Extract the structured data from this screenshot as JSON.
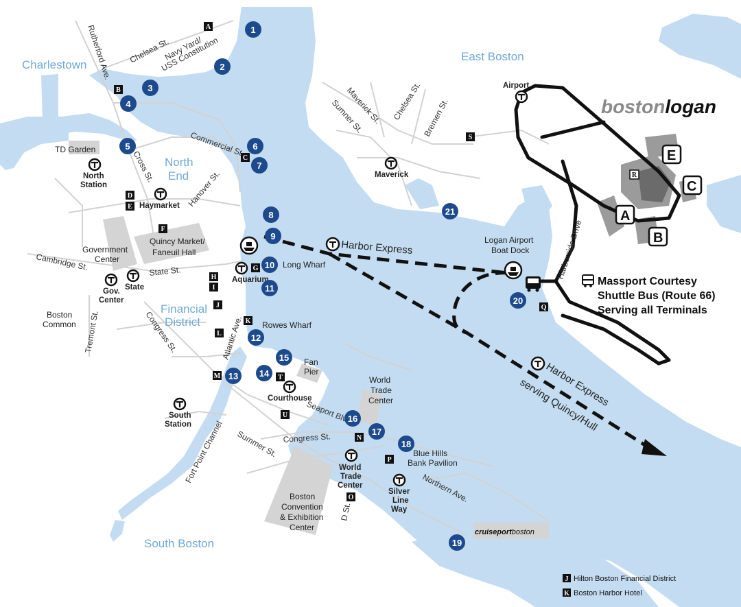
{
  "regions": {
    "charlestown": "Charlestown",
    "east_boston": "East Boston",
    "north_end_1": "North",
    "north_end_2": "End",
    "financial_1": "Financial",
    "financial_2": "District",
    "south_boston": "South Boston"
  },
  "streets": {
    "rutherford": "Rutherford Ave.",
    "chelsea_w": "Chelsea St.",
    "navy_yard_1": "Navy Yard/",
    "navy_yard_2": "USS Constitution",
    "commercial": "Commercial St.",
    "cross": "Cross St.",
    "hanover": "Hanover St.",
    "cambridge": "Cambridge St.",
    "state": "State St.",
    "congress_w": "Congress St.",
    "tremont": "Tremont St.",
    "atlantic": "Atlantic Ave.",
    "seaport": "Seaport Blvd.",
    "congress_e": "Congress St.",
    "summer": "Summer St.",
    "fort_point": "Fort Point Channel",
    "d_st": "D St.",
    "northern": "Northern Ave.",
    "maverick_st": "Maverick St.",
    "sumner": "Sumner St.",
    "chelsea_e": "Chelsea St.",
    "bremen": "Bremen St.",
    "harborside": "Harborside Drive"
  },
  "places": {
    "td_garden": "TD Garden",
    "gov_center_1": "Government",
    "gov_center_2": "Center",
    "quincy_1": "Quincy Market/",
    "quincy_2": "Faneuil Hall",
    "long_wharf": "Long Wharf",
    "rowes_wharf": "Rowes Wharf",
    "boston_common_1": "Boston",
    "boston_common_2": "Common",
    "fan_pier_1": "Fan",
    "fan_pier_2": "Pier",
    "wtc_1": "World",
    "wtc_2": "Trade",
    "wtc_3": "Center",
    "bcec_1": "Boston",
    "bcec_2": "Convention",
    "bcec_3": "& Exhibition",
    "bcec_4": "Center",
    "blue_hills_1": "Blue Hills",
    "blue_hills_2": "Bank Pavilion",
    "logan_dock_1": "Logan Airport",
    "logan_dock_2": "Boat Dock"
  },
  "stations": {
    "north_1": "North",
    "north_2": "Station",
    "haymarket": "Haymarket",
    "gov_1": "Gov.",
    "gov_2": "Center",
    "state": "State",
    "aquarium": "Aquarium",
    "courthouse": "Courthouse",
    "south_1": "South",
    "south_2": "Station",
    "wtc_1": "World",
    "wtc_2": "Trade",
    "wtc_3": "Center",
    "silver_1": "Silver",
    "silver_2": "Line",
    "silver_3": "Way",
    "maverick": "Maverick",
    "airport": "Airport"
  },
  "routes": {
    "harbor_express": "Harbor Express",
    "harbor_express_2": "Harbor Express",
    "quincy_hull": "serving Quincy/Hull"
  },
  "shuttle": {
    "line1": "Massport Courtesy",
    "line2": "Shuttle Bus (Route 66)",
    "line3": "Serving all Terminals"
  },
  "logo": {
    "part1": "boston",
    "part2": "logan"
  },
  "cruiseport": {
    "part1": "cruiseport",
    "part2": "boston"
  },
  "terminals": {
    "a": "A",
    "b": "B",
    "c": "C",
    "e": "E"
  },
  "pins": [
    "1",
    "2",
    "3",
    "4",
    "5",
    "6",
    "7",
    "8",
    "9",
    "10",
    "11",
    "12",
    "13",
    "14",
    "15",
    "16",
    "17",
    "18",
    "19",
    "20",
    "21"
  ],
  "hotels": {
    "a": "A",
    "b": "B",
    "c": "C",
    "d": "D",
    "e": "E",
    "f": "F",
    "g": "G",
    "h": "H",
    "i": "I",
    "j": "J",
    "k": "K",
    "l": "L",
    "m": "M",
    "n": "N",
    "o": "O",
    "p": "P",
    "q": "Q",
    "r": "R",
    "s": "S",
    "t": "T",
    "u": "U"
  },
  "legend": [
    {
      "key": "J",
      "label": "Hilton Boston Financial District"
    },
    {
      "key": "K",
      "label": "Boston Harbor Hotel"
    }
  ],
  "colors": {
    "water": "#c3dcf1",
    "water_label": "#6fa9d8",
    "pin": "#1d4a8c",
    "road": "#d2d2d2",
    "building": "#cfcfcf",
    "route": "#111111"
  }
}
